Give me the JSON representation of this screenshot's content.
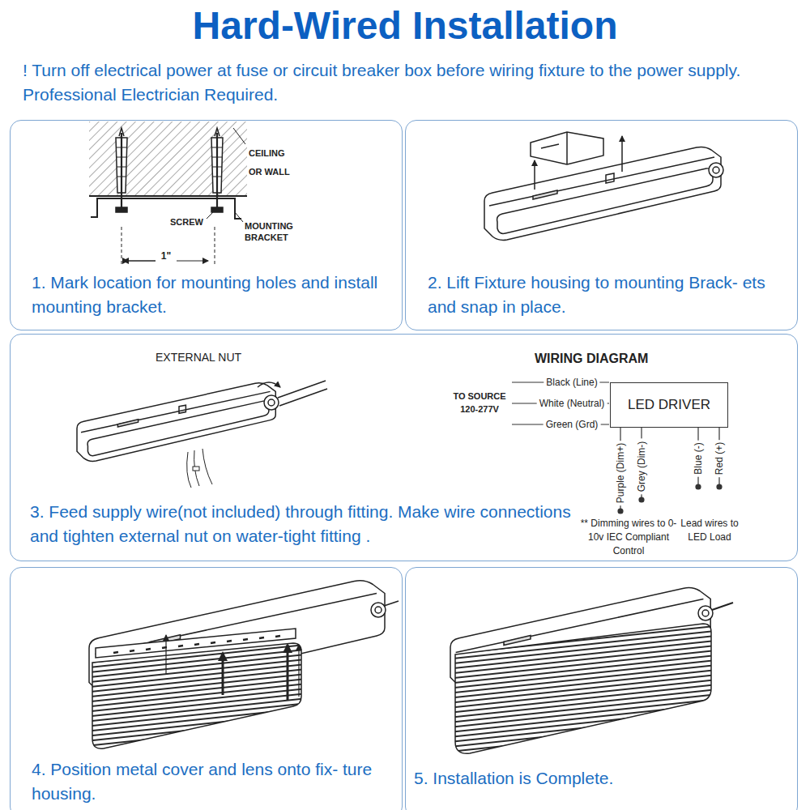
{
  "diagram": {
    "title": "Hard-Wired Installation",
    "nodes": [
      {
        "text": [
          "1. Mark location for mounting holes and install mounting bracket."
        ]
      },
      {
        "text": [
          "2. Lift Fixture housing to mounting Brack- ets and snap in place."
        ]
      },
      {
        "text": [
          "3. Feed supply wire(not included) through fitting. Make wire connections and tighten external nut on water-tight fitting ."
        ]
      },
      {
        "text": [
          "LED DRIVER"
        ],
        "in": 2
      },
      {
        "text": [
          "4. Position metal cover and lens onto fix- ture housing."
        ]
      },
      {
        "text": [
          "5. Installation is Complete."
        ]
      }
    ],
    "labels": [
      "! Turn off electrical power at fuse or circuit breaker box before wiring fixture to the power supply. Professional Electrician Required.",
      "CEILING OR WALL",
      "SCREW",
      "MOUNTING BRACKET",
      "1\"",
      "EXTERNAL NUT",
      "WIRING DIAGRAM",
      "TO SOURCE 120-277V",
      "Black (Line)",
      "White (Neutral)",
      "Green (Grd)",
      "Purple (Dim+)",
      "Grey (Dim-)",
      "Blue (-)",
      "Red (+)",
      "** Dimming wires to 0-10v IEC Compliant Control",
      "Lead wires to LED Load"
    ]
  }
}
